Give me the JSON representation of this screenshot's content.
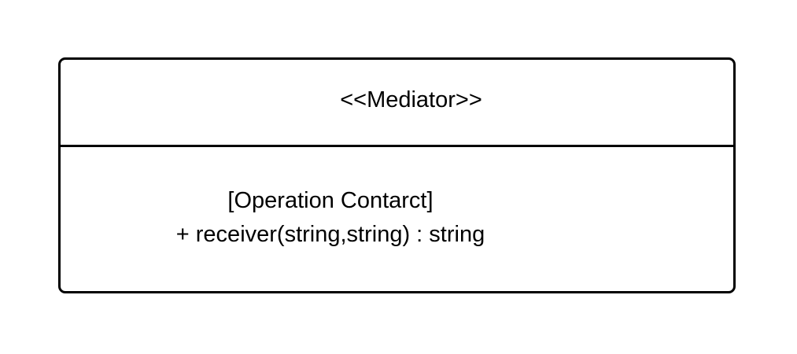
{
  "uml_class": {
    "stereotype": "<<Mediator>>",
    "operations_title": "[Operation Contarct]",
    "operations": [
      "+ receiver(string,string) : string"
    ]
  }
}
